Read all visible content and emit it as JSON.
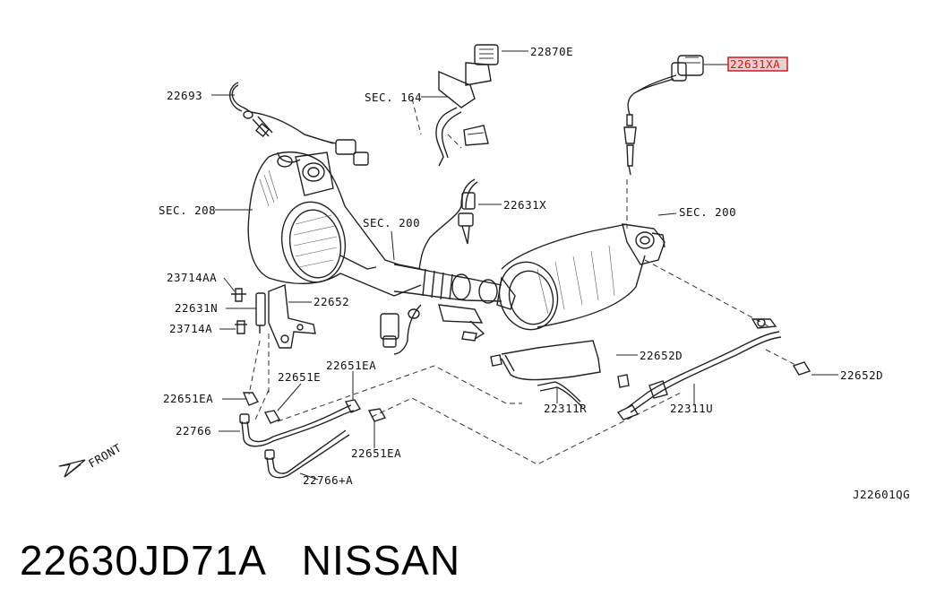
{
  "diagram": {
    "ref_code": "J22601QG",
    "front_label": "FRONT",
    "highlight_color": "#d0181f",
    "labels": {
      "p22870E": "22870E",
      "p22631XA": "22631XA",
      "p22693": "22693",
      "sec164": "SEC. 164",
      "sec208": "SEC. 208",
      "sec200a": "SEC. 200",
      "sec200b": "SEC. 200",
      "p22631X": "22631X",
      "p23714AA": "23714AA",
      "p22652": "22652",
      "p22631N": "22631N",
      "p23714A": "23714A",
      "p22651EA_top": "22651EA",
      "p22651E": "22651E",
      "p22652D_a": "22652D",
      "p22652D_b": "22652D",
      "p22651EA_left": "22651EA",
      "p22311R": "22311R",
      "p22311U": "22311U",
      "p22766": "22766",
      "p22651EA_bottom": "22651EA",
      "p22766A": "22766+A"
    }
  },
  "caption": {
    "text": "22630JD71A   NISSAN"
  }
}
